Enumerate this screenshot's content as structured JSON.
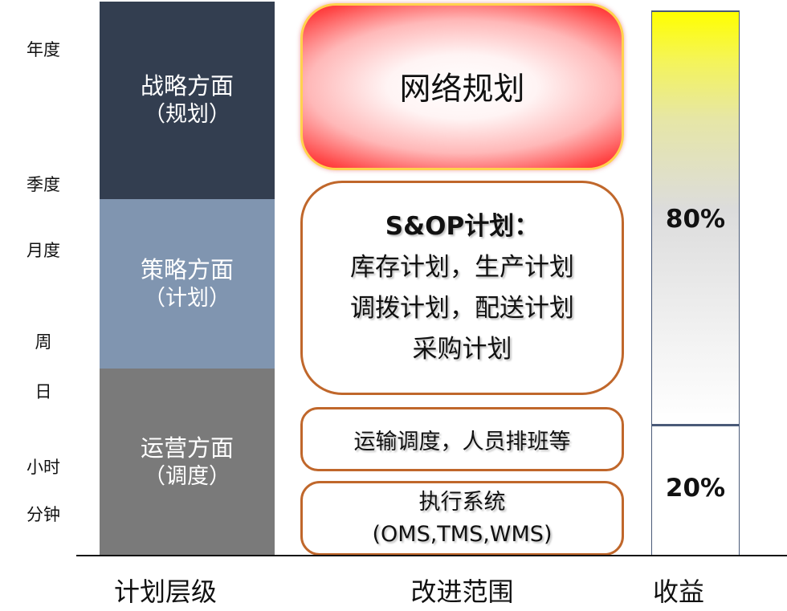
{
  "time_scale": [
    "年度",
    "季度",
    "月度",
    "周",
    "日",
    "小时",
    "分钟"
  ],
  "tiers": {
    "strategic": {
      "title": "战略方面",
      "sub": "（规划）"
    },
    "tactical": {
      "title": "策略方面",
      "sub": "（计划）"
    },
    "operational": {
      "title": "运营方面",
      "sub": "（调度）"
    }
  },
  "scope": {
    "network": "网络规划",
    "sop": {
      "title": "S&OP计划：",
      "line1": "库存计划，生产计划",
      "line2": "调拨计划，配送计划",
      "line3": "采购计划"
    },
    "transport": "运输调度，人员排班等",
    "exec": {
      "line1": "执行系统",
      "line2": "(OMS,TMS,WMS)"
    }
  },
  "benefit": {
    "high": "80%",
    "low": "20%"
  },
  "footer": {
    "levels": "计划层级",
    "scope": "改进范围",
    "benefit": "收益"
  },
  "colors": {
    "strategic": "#333e50",
    "tactical": "#8095b0",
    "operational": "#7a7a7a",
    "box_border": "#c0672b",
    "network_glow": "#ff2020",
    "benefit_top": "#ffff00"
  }
}
